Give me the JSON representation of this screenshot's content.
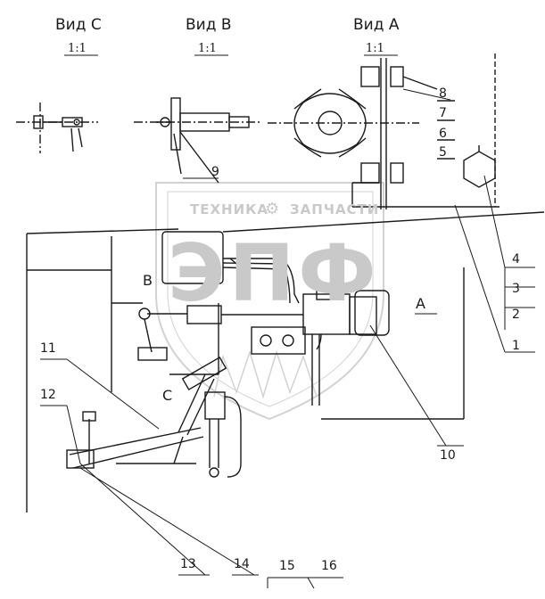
{
  "views": {
    "c": {
      "title": "Вид С",
      "scale": "1:1"
    },
    "b": {
      "title": "Вид В",
      "scale": "1:1"
    },
    "a": {
      "title": "Вид А",
      "scale": "1:1"
    }
  },
  "markers": {
    "b": "В",
    "a": "А",
    "c": "С"
  },
  "callouts": [
    "1",
    "2",
    "3",
    "4",
    "5",
    "6",
    "7",
    "8",
    "9",
    "10",
    "11",
    "12",
    "13",
    "14",
    "15",
    "16"
  ],
  "watermark": {
    "brand": "ЭПФ",
    "text_left": "ТЕХНИКА",
    "text_right": "ЗАПЧАСТИ"
  },
  "colors": {
    "ink": "#1a1a1a",
    "watermark": "#c9c9c9"
  }
}
